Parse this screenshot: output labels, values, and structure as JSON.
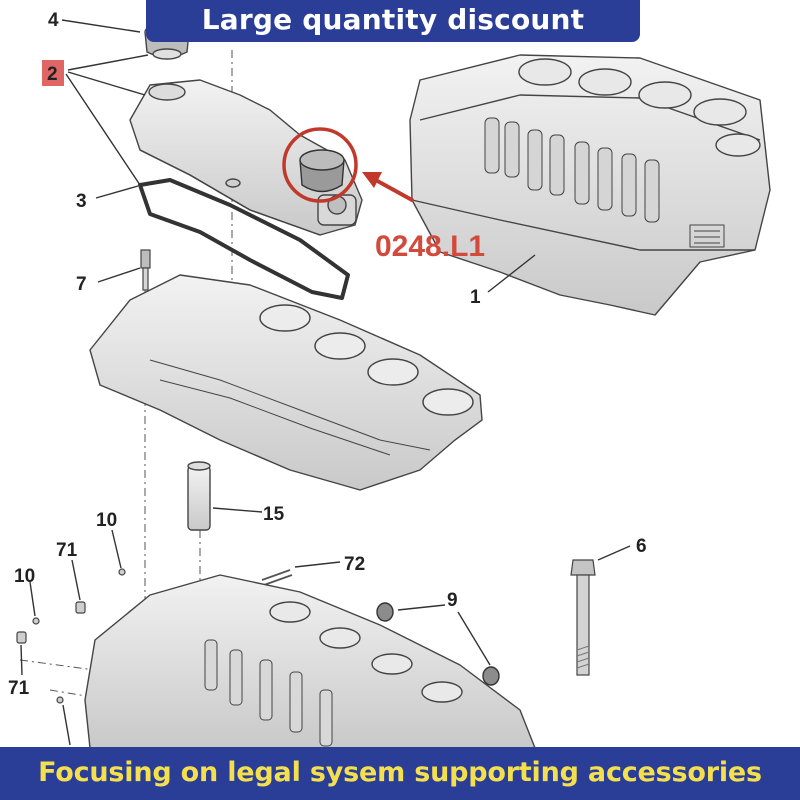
{
  "banner": {
    "top_text": "Large quantity discount",
    "bottom_text": "Focusing on legal sysem supporting accessories",
    "bg_color": "#2a3d97",
    "bottom_text_color": "#f4e04d"
  },
  "part_code": {
    "text": "0248.L1",
    "color": "#d24a3b"
  },
  "highlight_color": "#c0392b",
  "callouts": {
    "c1": "1",
    "c2": "2",
    "c3": "3",
    "c4": "4",
    "c6": "6",
    "c7": "7",
    "c9": "9",
    "c10a": "10",
    "c10b": "10",
    "c15": "15",
    "c71a": "71",
    "c71b": "71",
    "c72": "72"
  }
}
